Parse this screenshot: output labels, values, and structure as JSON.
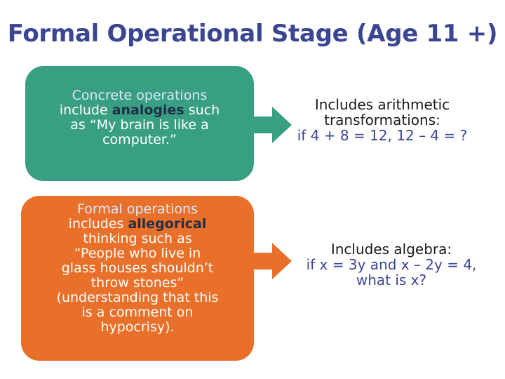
{
  "title": "Formal Operational Stage (Age 11 +)",
  "concrete": {
    "heading": "Concrete operations",
    "line2_prefix": "include ",
    "line2_term": "analogies",
    "line2_suffix": " such",
    "line3": "as “My brain is like a",
    "line4": "computer.”"
  },
  "formal": {
    "heading": "Formal operations",
    "line2_prefix": "includes ",
    "line2_term": "allegorical",
    "line3": "thinking such as",
    "line4": "“People who live in",
    "line5": "glass houses shouldn’t",
    "line6": "throw stones”",
    "line7": "(understanding that this",
    "line8": "is a comment on",
    "line9": "hypocrisy)."
  },
  "right_top": {
    "line1": "Includes arithmetic",
    "line2": "transformations:",
    "line3": "if 4 + 8 = 12, 12 – 4 = ?"
  },
  "right_bottom": {
    "line1": "Includes algebra:",
    "line2": "if x = 3y and x – 2y = 4,",
    "line3": "what is x?"
  },
  "colors": {
    "title": "#3b4691",
    "concrete_box": "#399f82",
    "formal_box": "#e8702a",
    "heading_text": "#dde8f7",
    "term_text": "#1f2f4a",
    "math_text": "#3b4691"
  }
}
